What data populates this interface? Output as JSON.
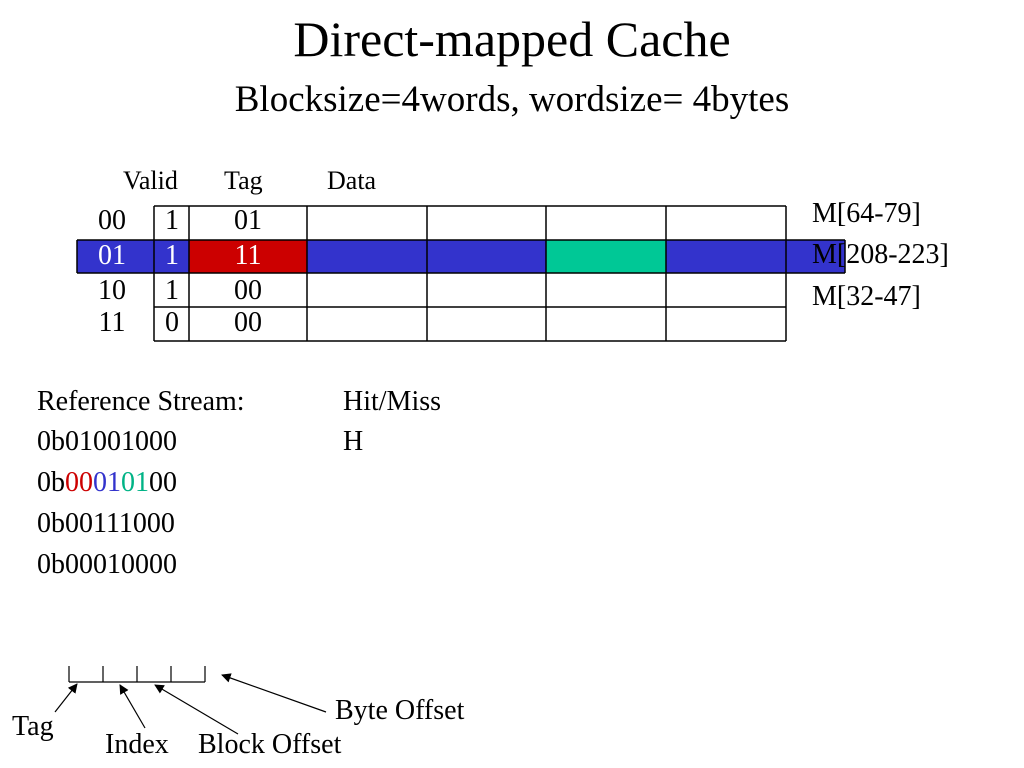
{
  "title": "Direct-mapped Cache",
  "subtitle": "Blocksize=4words, wordsize= 4bytes",
  "cache": {
    "headers": {
      "valid": "Valid",
      "tag": "Tag",
      "data": "Data"
    },
    "rows": [
      {
        "index": "00",
        "valid": "1",
        "tag": "01",
        "memory": "M[64-79]",
        "highlight": false
      },
      {
        "index": "01",
        "valid": "1",
        "tag": "11",
        "memory": "M[208-223]",
        "highlight": true
      },
      {
        "index": "10",
        "valid": "1",
        "tag": "00",
        "memory": "M[32-47]",
        "highlight": false
      },
      {
        "index": "11",
        "valid": "0",
        "tag": "00",
        "memory": "",
        "highlight": false
      }
    ],
    "highlighted_word": 2
  },
  "colors": {
    "row_highlight": "#3333cc",
    "tag_highlight": "#cc0000",
    "word_highlight": "#00c896",
    "tag_bits": "#cc0000",
    "index_bits": "#3333cc",
    "offset_bits": "#00b386"
  },
  "reference": {
    "stream_header": "Reference Stream:",
    "hitmiss_header": "Hit/Miss",
    "addresses": [
      {
        "prefix": "0b",
        "tag": "",
        "index": "",
        "block_offset": "",
        "rest": "01001000",
        "result": "H"
      },
      {
        "prefix": "0b",
        "tag": "00",
        "index": "01",
        "block_offset": "01",
        "rest": "00",
        "result": ""
      },
      {
        "prefix": "0b",
        "tag": "",
        "index": "",
        "block_offset": "",
        "rest": "00111000",
        "result": ""
      },
      {
        "prefix": "0b",
        "tag": "",
        "index": "",
        "block_offset": "",
        "rest": "00010000",
        "result": ""
      }
    ]
  },
  "address_fields": {
    "tag": "Tag",
    "index": "Index",
    "block_offset": "Block Offset",
    "byte_offset": "Byte Offset"
  }
}
